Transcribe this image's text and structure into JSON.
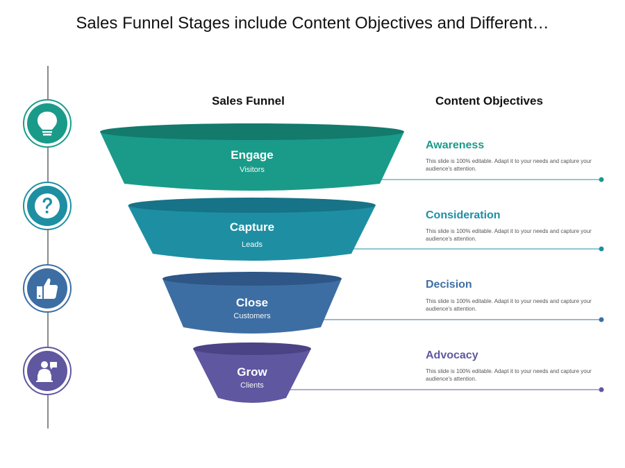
{
  "title": "Sales Funnel Stages include Content Objectives and Different…",
  "headers": {
    "funnel": "Sales Funnel",
    "objectives": "Content Objectives"
  },
  "colors": {
    "engage": "#1a9b8a",
    "capture": "#1e8fa3",
    "close": "#3d6ea3",
    "grow": "#5f57a0"
  },
  "stages": [
    {
      "name": "Engage",
      "sub": "Visitors",
      "icon": "lightbulb-icon",
      "objective": "Awareness",
      "desc": "This slide is 100% editable. Adapt it to your needs and capture your audience's attention."
    },
    {
      "name": "Capture",
      "sub": "Leads",
      "icon": "question-mark-icon",
      "objective": "Consideration",
      "desc": "This slide is 100% editable. Adapt it to your needs and capture your audience's attention."
    },
    {
      "name": "Close",
      "sub": "Customers",
      "icon": "thumbs-up-icon",
      "objective": "Decision",
      "desc": "This slide is 100% editable. Adapt it to your needs and capture your audience's attention."
    },
    {
      "name": "Grow",
      "sub": "Clients",
      "icon": "presenter-icon",
      "objective": "Advocacy",
      "desc": "This slide is 100% editable. Adapt it to your needs and capture your audience's attention."
    }
  ]
}
